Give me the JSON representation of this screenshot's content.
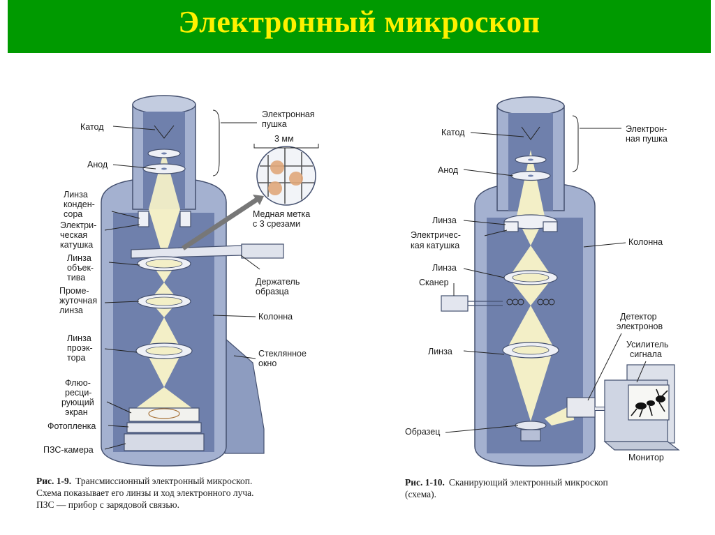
{
  "title": "Электронный микроскоп",
  "colors": {
    "banner": "#009a00",
    "title": "#fff100",
    "column": "#a4b1d0",
    "inner": "#6f80ac",
    "beam": "#f3efc7"
  },
  "tem": {
    "labels": {
      "cathode": "Катод",
      "anode": "Анод",
      "condenser": [
        "Линза",
        "конден-",
        "сора"
      ],
      "coil": [
        "Электри-",
        "ческая",
        "катушка"
      ],
      "objective": [
        "Линза",
        "объек-",
        "тива"
      ],
      "intermediate": [
        "Проме-",
        "жуточная",
        "линза"
      ],
      "projector": [
        "Линза",
        "проэк-",
        "тора"
      ],
      "screen": [
        "Флюо-",
        "ресци-",
        "рующий",
        "экран"
      ],
      "film": "Фотопленка",
      "ccd": "ПЗС-камера",
      "gun": [
        "Электронная",
        "пушка"
      ],
      "scale": "3 мм",
      "grid": [
        "Медная метка",
        "с 3 срезами"
      ],
      "holder": [
        "Держатель",
        "образца"
      ],
      "column": "Колонна",
      "window": [
        "Стеклянное",
        "окно"
      ]
    },
    "caption": {
      "fig": "Рис. 1-9.",
      "lines": [
        "Трансмиссионный электронный микроскоп.",
        "Схема показывает его линзы и ход электронного луча.",
        "ПЗС — прибор с зарядовой связью."
      ]
    }
  },
  "sem": {
    "labels": {
      "cathode": "Катод",
      "anode": "Анод",
      "lens1": "Линза",
      "coil": [
        "Электричес-",
        "кая катушка"
      ],
      "lens2": "Линза",
      "scanner": "Сканер",
      "lens3": "Линза",
      "sample": "Образец",
      "gun": [
        "Электрон-",
        "ная пушка"
      ],
      "column": "Колонна",
      "detector": [
        "Детектор",
        "электронов"
      ],
      "amplifier": [
        "Усилитель",
        "сигнала"
      ],
      "monitor": "Монитор"
    },
    "caption": {
      "fig": "Рис. 1-10.",
      "lines": [
        "Сканирующий электронный микроскоп",
        "(схема)."
      ]
    }
  }
}
